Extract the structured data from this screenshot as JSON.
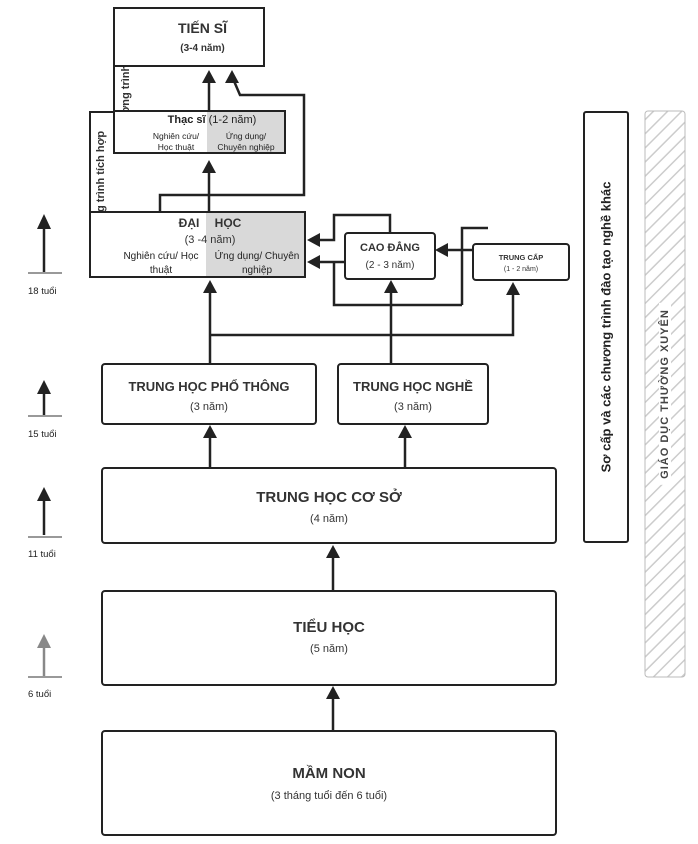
{
  "boxes": {
    "tien_si": {
      "title": "TIẾN SĨ",
      "sub": "(3-4 năm)"
    },
    "thac_si": {
      "title": "Thạc sĩ",
      "title_rest": "(1-2 năm)",
      "left": "Nghiên cứu/ Học thuật",
      "right": "Ứng dụng/ Chuyên nghiệp"
    },
    "dai_hoc": {
      "title": "ĐẠI HỌC",
      "sub": "(3 -4 năm)",
      "left": "Nghiên cứu/ Học thuật",
      "right": "Ứng dụng/ Chuyên nghiệp"
    },
    "cao_dang": {
      "title": "CAO ĐẲNG",
      "sub": "(2 - 3 năm)"
    },
    "trung_cap": {
      "title": "TRUNG CẤP",
      "sub": "(1 - 2 năm)"
    },
    "thpt": {
      "title": "TRUNG HỌC PHỔ THÔNG",
      "sub": "(3 năm)"
    },
    "thn": {
      "title": "TRUNG HỌC NGHỀ",
      "sub": "(3 năm)"
    },
    "thcs": {
      "title": "TRUNG HỌC CƠ SỞ",
      "sub": "(4 năm)"
    },
    "tieu_hoc": {
      "title": "TIỂU HỌC",
      "sub": "(5 năm)"
    },
    "mam_non": {
      "title": "MẦM NON",
      "sub": "(3 tháng tuổi đến 6 tuổi)"
    }
  },
  "integrated_label": "Chương trình tích hợp",
  "vocational_label": "Sơ cấp và các chương trình đào tạo nghề khác",
  "continuing_label": "GIÁO DỤC THƯỜNG XUYÊN",
  "ages": [
    "18 tuổi",
    "15 tuổi",
    "11 tuổi",
    "6 tuổi"
  ],
  "colors": {
    "line": "#222222",
    "shade": "#d9d9d9",
    "age6_arrow": "#888888",
    "stripe": "#cccccc"
  }
}
